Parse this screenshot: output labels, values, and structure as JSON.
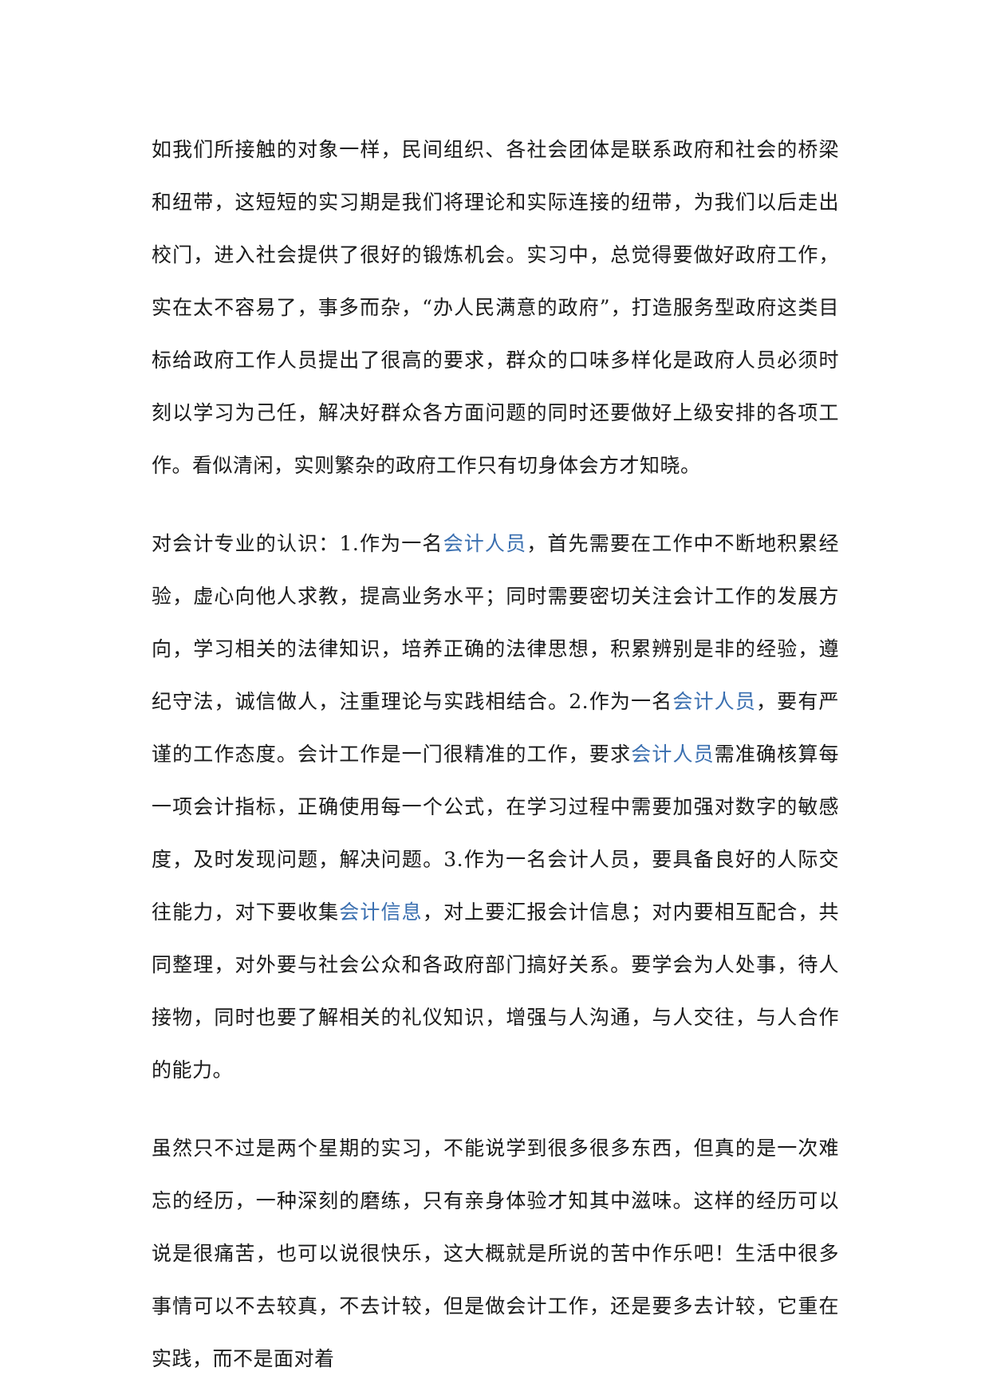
{
  "document": {
    "paragraphs": [
      {
        "segments": [
          {
            "text": "如我们所接触的对象一样，民间组织、各社会团体是联系政府和社会的桥梁和纽带，这短短的实习期是我们将理论和实际连接的纽带，为我们以后走出校门，进入社会提供了很好的锻炼机会。实习中，总觉得要做好政府工作，实在太不容易了，事多而杂，“办人民满意的政府”，打造服务型政府这类目标给政府工作人员提出了很高的要求，群众的口味多样化是政府人员必须时刻以学习为己任，解决好群众各方面问题的同时还要做好上级安排的各项工作。看似清闲，实则繁杂的政府工作只有切身体会方才知晓。"
          }
        ]
      },
      {
        "segments": [
          {
            "text": "对会计专业的认识：1.作为一名"
          },
          {
            "text": "会计人员",
            "link": true
          },
          {
            "text": "，首先需要在工作中不断地积累经验，虚心向他人求教，提高业务水平；同时需要密切关注会计工作的发展方向，学习相关的法律知识，培养正确的法律思想，积累辨别是非的经验，遵纪守法，诚信做人，注重理论与实践相结合。2.作为一名"
          },
          {
            "text": "会计人员",
            "link": true
          },
          {
            "text": "，要有严谨的工作态度。会计工作是一门很精准的工作，要求"
          },
          {
            "text": "会计人员",
            "link": true
          },
          {
            "text": "需准确核算每一项会计指标，正确使用每一个公式，在学习过程中需要加强对数字的敏感度，及时发现问题，解决问题。3.作为一名会计人员，要具备良好的人际交往能力，对下要收集"
          },
          {
            "text": "会计信息",
            "link": true
          },
          {
            "text": "，对上要汇报会计信息；对内要相互配合，共同整理，对外要与社会公众和各政府部门搞好关系。要学会为人处事，待人接物，同时也要了解相关的礼仪知识，增强与人沟通，与人交往，与人合作的能力。"
          }
        ]
      },
      {
        "segments": [
          {
            "text": "虽然只不过是两个星期的实习，不能说学到很多很多东西，但真的是一次难忘的经历，一种深刻的磨练，只有亲身体验才知其中滋味。这样的经历可以说是很痛苦，也可以说很快乐，这大概就是所说的苦中作乐吧！生活中很多事情可以不去较真，不去计较，但是做会计工作，还是要多去计较，它重在实践，而不是面对着"
          }
        ]
      }
    ]
  },
  "colors": {
    "text": "#1a1a1a",
    "link": "#3a6fb0",
    "background": "#ffffff"
  }
}
